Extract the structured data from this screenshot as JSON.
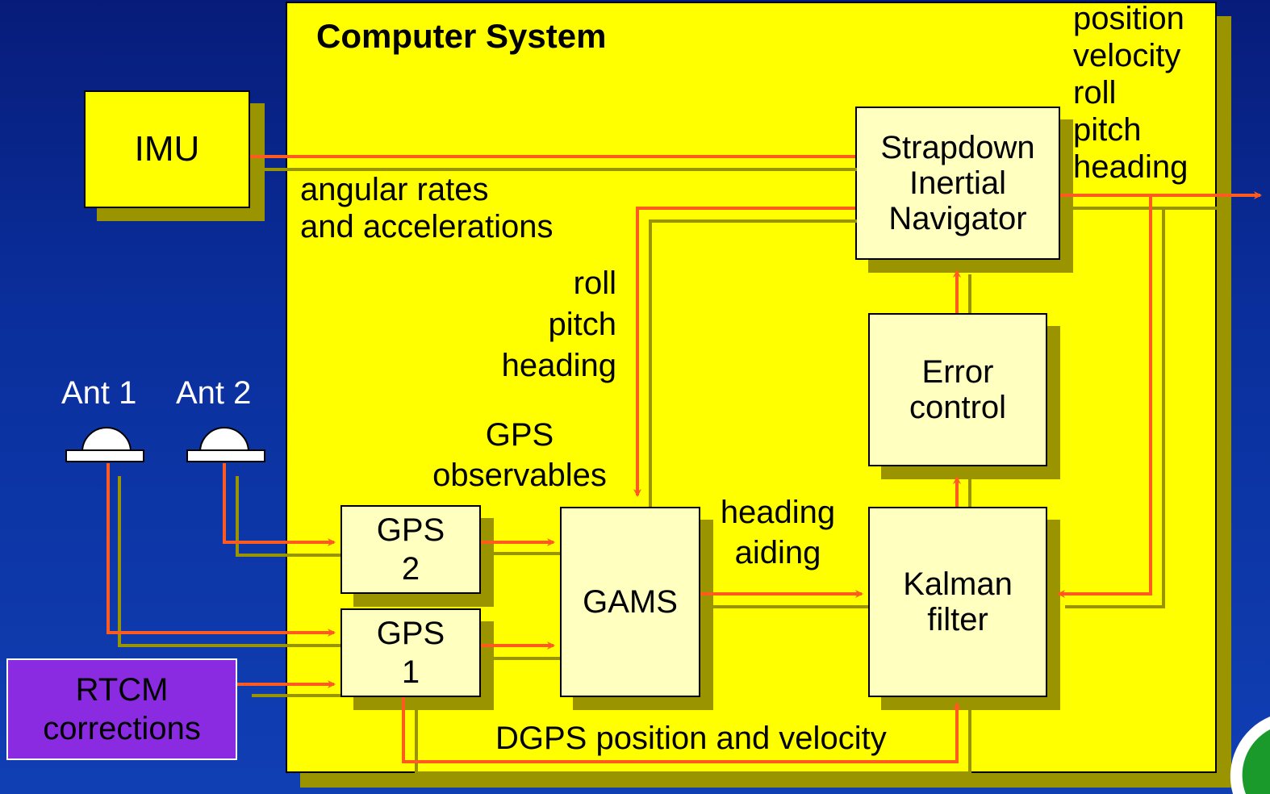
{
  "computer_system": {
    "title": "Computer System"
  },
  "imu": {
    "label": "IMU"
  },
  "antennas": {
    "ant1": "Ant 1",
    "ant2": "Ant 2"
  },
  "rtcm": {
    "label": "RTCM\ncorrections"
  },
  "blocks": {
    "strapdown": "Strapdown\nInertial\nNavigator",
    "error_control": "Error\ncontrol",
    "kalman": "Kalman\nfilter",
    "gams": "GAMS",
    "gps2": "GPS\n2",
    "gps1": "GPS\n1"
  },
  "labels": {
    "outputs": "position\nvelocity\nroll\npitch\nheading",
    "imu_data": "angular rates\nand accelerations",
    "attitude": "roll\npitch\nheading",
    "gps_obs": "GPS\nobservables",
    "heading_aiding": "heading\naiding",
    "dgps": "DGPS position and velocity"
  },
  "colors": {
    "background": "#0a2f9c",
    "panel": "#ffff00",
    "block_fill": "#ffffc0",
    "shadow": "#9a9400",
    "arrow": "#ff5a1f",
    "rtcm_fill": "#8a2be2"
  }
}
